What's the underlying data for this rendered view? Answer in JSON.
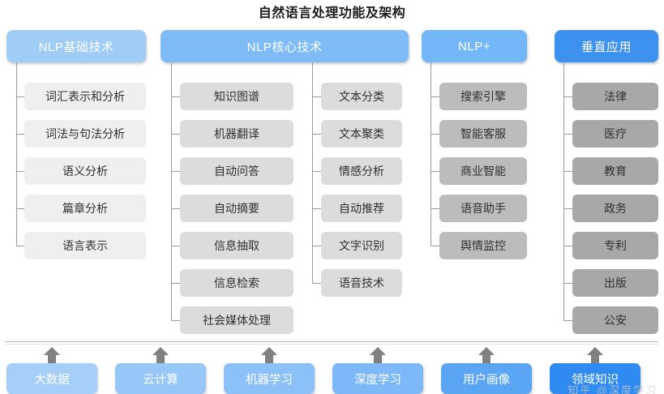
{
  "title": "自然语言处理功能及架构",
  "colors": {
    "header_1": "#9fcdf6",
    "header_2": "#7fbcf7",
    "header_3": "#74b7f8",
    "header_4": "#3d92f0",
    "leaf_1": "#efefef",
    "leaf_2": "#dcdcdc",
    "leaf_3": "#bcbcbc",
    "leaf_4": "#a8a8a8",
    "connector": "#9a9a9a",
    "arrow": "#808080",
    "baseline": "#b9b9b9",
    "title_text": "#1c1c1c"
  },
  "columns": [
    {
      "header": "NLP基础技术",
      "groups": [
        {
          "items": [
            "词汇表示和分析",
            "词法与句法分析",
            "语义分析",
            "篇章分析",
            "语言表示"
          ]
        }
      ]
    },
    {
      "header": "NLP核心技术",
      "groups": [
        {
          "items": [
            "知识图谱",
            "机器翻译",
            "自动问答",
            "自动摘要",
            "信息抽取",
            "信息检索",
            "社会媒体处理"
          ]
        },
        {
          "items": [
            "文本分类",
            "文本聚类",
            "情感分析",
            "自动推荐",
            "文字识别",
            "语音技术"
          ]
        }
      ]
    },
    {
      "header": "NLP+",
      "groups": [
        {
          "items": [
            "搜索引擎",
            "智能客服",
            "商业智能",
            "语音助手",
            "舆情监控"
          ]
        }
      ]
    },
    {
      "header": "垂直应用",
      "groups": [
        {
          "items": [
            "法律",
            "医疗",
            "教育",
            "政务",
            "专利",
            "出版",
            "公安"
          ]
        }
      ]
    }
  ],
  "foundation": {
    "items": [
      {
        "label": "大数据",
        "color": "#a5cef8"
      },
      {
        "label": "云计算",
        "color": "#97c6f8"
      },
      {
        "label": "机器学习",
        "color": "#8cc0f8"
      },
      {
        "label": "深度学习",
        "color": "#7db8f8"
      },
      {
        "label": "用户画像",
        "color": "#5aa5f4"
      },
      {
        "label": "领域知识",
        "color": "#2f8bf2"
      }
    ]
  },
  "watermark": "知乎 @深度学习"
}
